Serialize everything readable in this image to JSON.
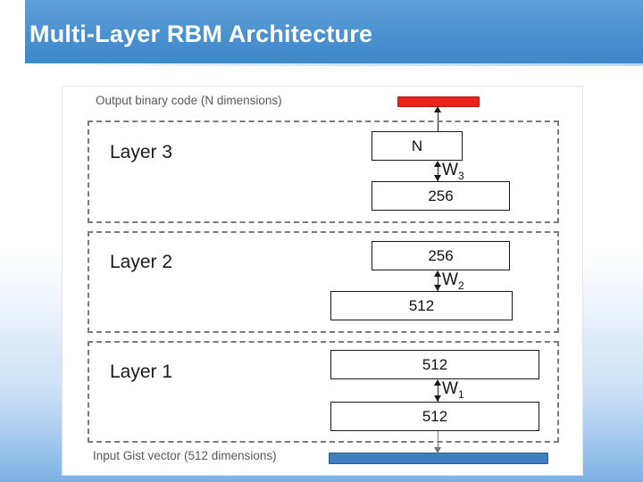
{
  "slide": {
    "title": "Multi-Layer RBM Architecture",
    "title_color": "#ffffff",
    "band_color": "#4b92d0"
  },
  "diagram": {
    "top_caption": "Output binary code (N dimensions)",
    "bottom_caption": "Input Gist vector (512 dimensions)",
    "top_bar_color": "#e8231b",
    "bottom_bar_color": "#3f7fc1",
    "layers": [
      {
        "label": "Layer 3",
        "top_units": "N",
        "weight": "W",
        "weight_sub": "3",
        "bottom_units": "256"
      },
      {
        "label": "Layer 2",
        "top_units": "256",
        "weight": "W",
        "weight_sub": "2",
        "bottom_units": "512"
      },
      {
        "label": "Layer 1",
        "top_units": "512",
        "weight": "W",
        "weight_sub": "1",
        "bottom_units": "512"
      }
    ]
  }
}
